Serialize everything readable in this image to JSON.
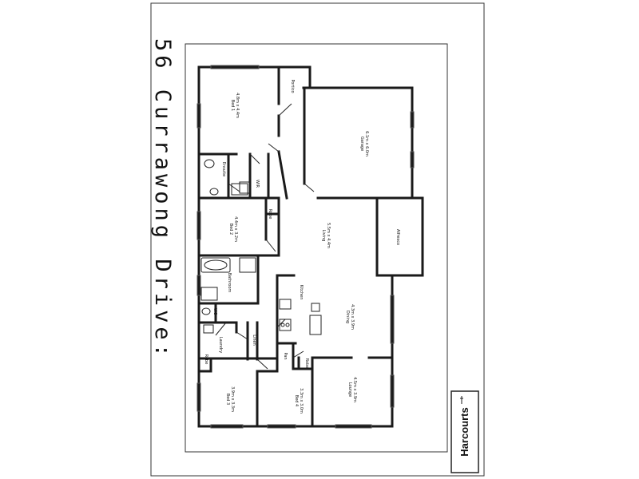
{
  "title": "56 Currawong Drive:",
  "brand": "Harcourts",
  "rooms": {
    "bed1": {
      "name": "Bed 1",
      "size": "4.8m x 4.4m"
    },
    "portico": {
      "name": "Portico"
    },
    "garage": {
      "name": "Garage",
      "size": "6.1m x 6.0m"
    },
    "ensuite": {
      "name": "Ensuite"
    },
    "wir": {
      "name": "WIR"
    },
    "bed2": {
      "name": "Bed 2",
      "size": "4.4m x 3.2m"
    },
    "robe1": {
      "name": "Robe"
    },
    "living": {
      "name": "Living",
      "size": "5.5m x 4.4m"
    },
    "alfresco": {
      "name": "Alfresco"
    },
    "bathroom": {
      "name": "Bathroom"
    },
    "kitchen": {
      "name": "Kitchen"
    },
    "dining": {
      "name": "Dining",
      "size": "4.3m x 3.9m"
    },
    "wc": {
      "name": "WC"
    },
    "laundry": {
      "name": "Laundry"
    },
    "linen": {
      "name": "Linen"
    },
    "pantry": {
      "name": "Pan"
    },
    "robe2": {
      "name": "Robe"
    },
    "robe3": {
      "name": "Robe"
    },
    "bed3": {
      "name": "Bed 3",
      "size": "3.9m x 3.3m"
    },
    "bed4": {
      "name": "Bed 4",
      "size": "3.3m x 3.0m"
    },
    "lounge": {
      "name": "Lounge",
      "size": "4.5m x 3.9m"
    }
  }
}
